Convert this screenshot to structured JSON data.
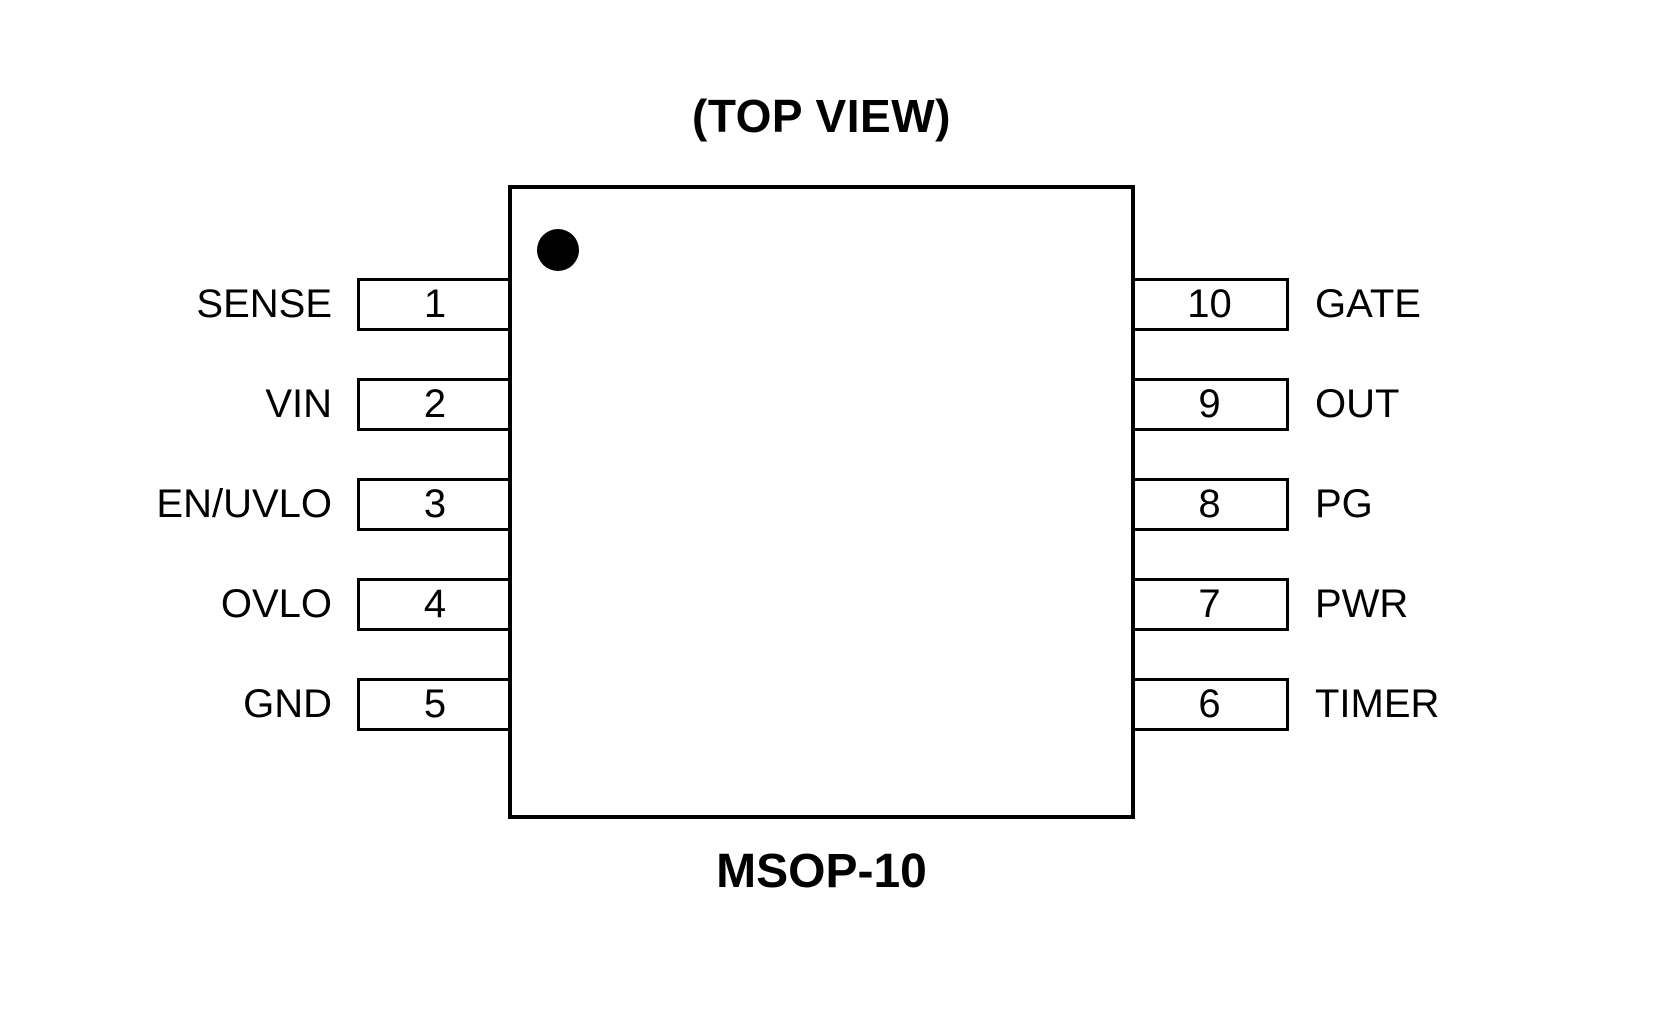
{
  "diagram": {
    "title": "(TOP VIEW)",
    "package_label": "MSOP-10",
    "pin1_marker": "filled-circle",
    "colors": {
      "ink": "#000000",
      "background": "#ffffff"
    },
    "left_pins": [
      {
        "number": "1",
        "label": "SENSE"
      },
      {
        "number": "2",
        "label": "VIN"
      },
      {
        "number": "3",
        "label": "EN/UVLO"
      },
      {
        "number": "4",
        "label": "OVLO"
      },
      {
        "number": "5",
        "label": "GND"
      }
    ],
    "right_pins": [
      {
        "number": "10",
        "label": "GATE"
      },
      {
        "number": "9",
        "label": "OUT"
      },
      {
        "number": "8",
        "label": "PG"
      },
      {
        "number": "7",
        "label": "PWR"
      },
      {
        "number": "6",
        "label": "TIMER"
      }
    ]
  }
}
